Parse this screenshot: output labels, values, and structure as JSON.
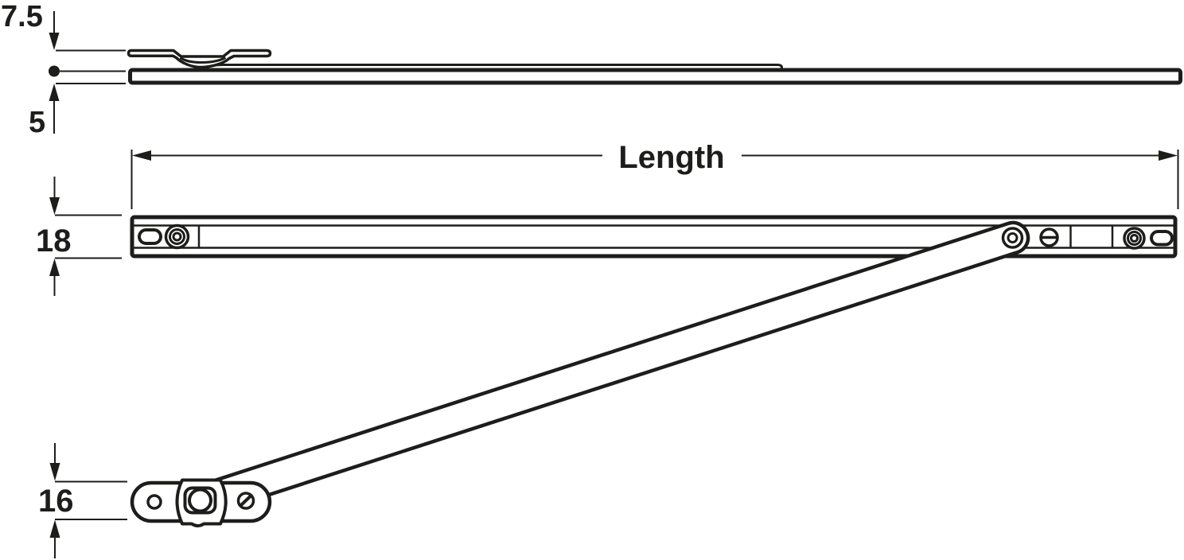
{
  "colors": {
    "line": "#1d1d1b",
    "background": "#ffffff"
  },
  "dimensions": {
    "side_view_top": "7.5",
    "side_view_bottom": "5",
    "length_label": "Length",
    "track_height": "18",
    "bracket_height": "16"
  }
}
